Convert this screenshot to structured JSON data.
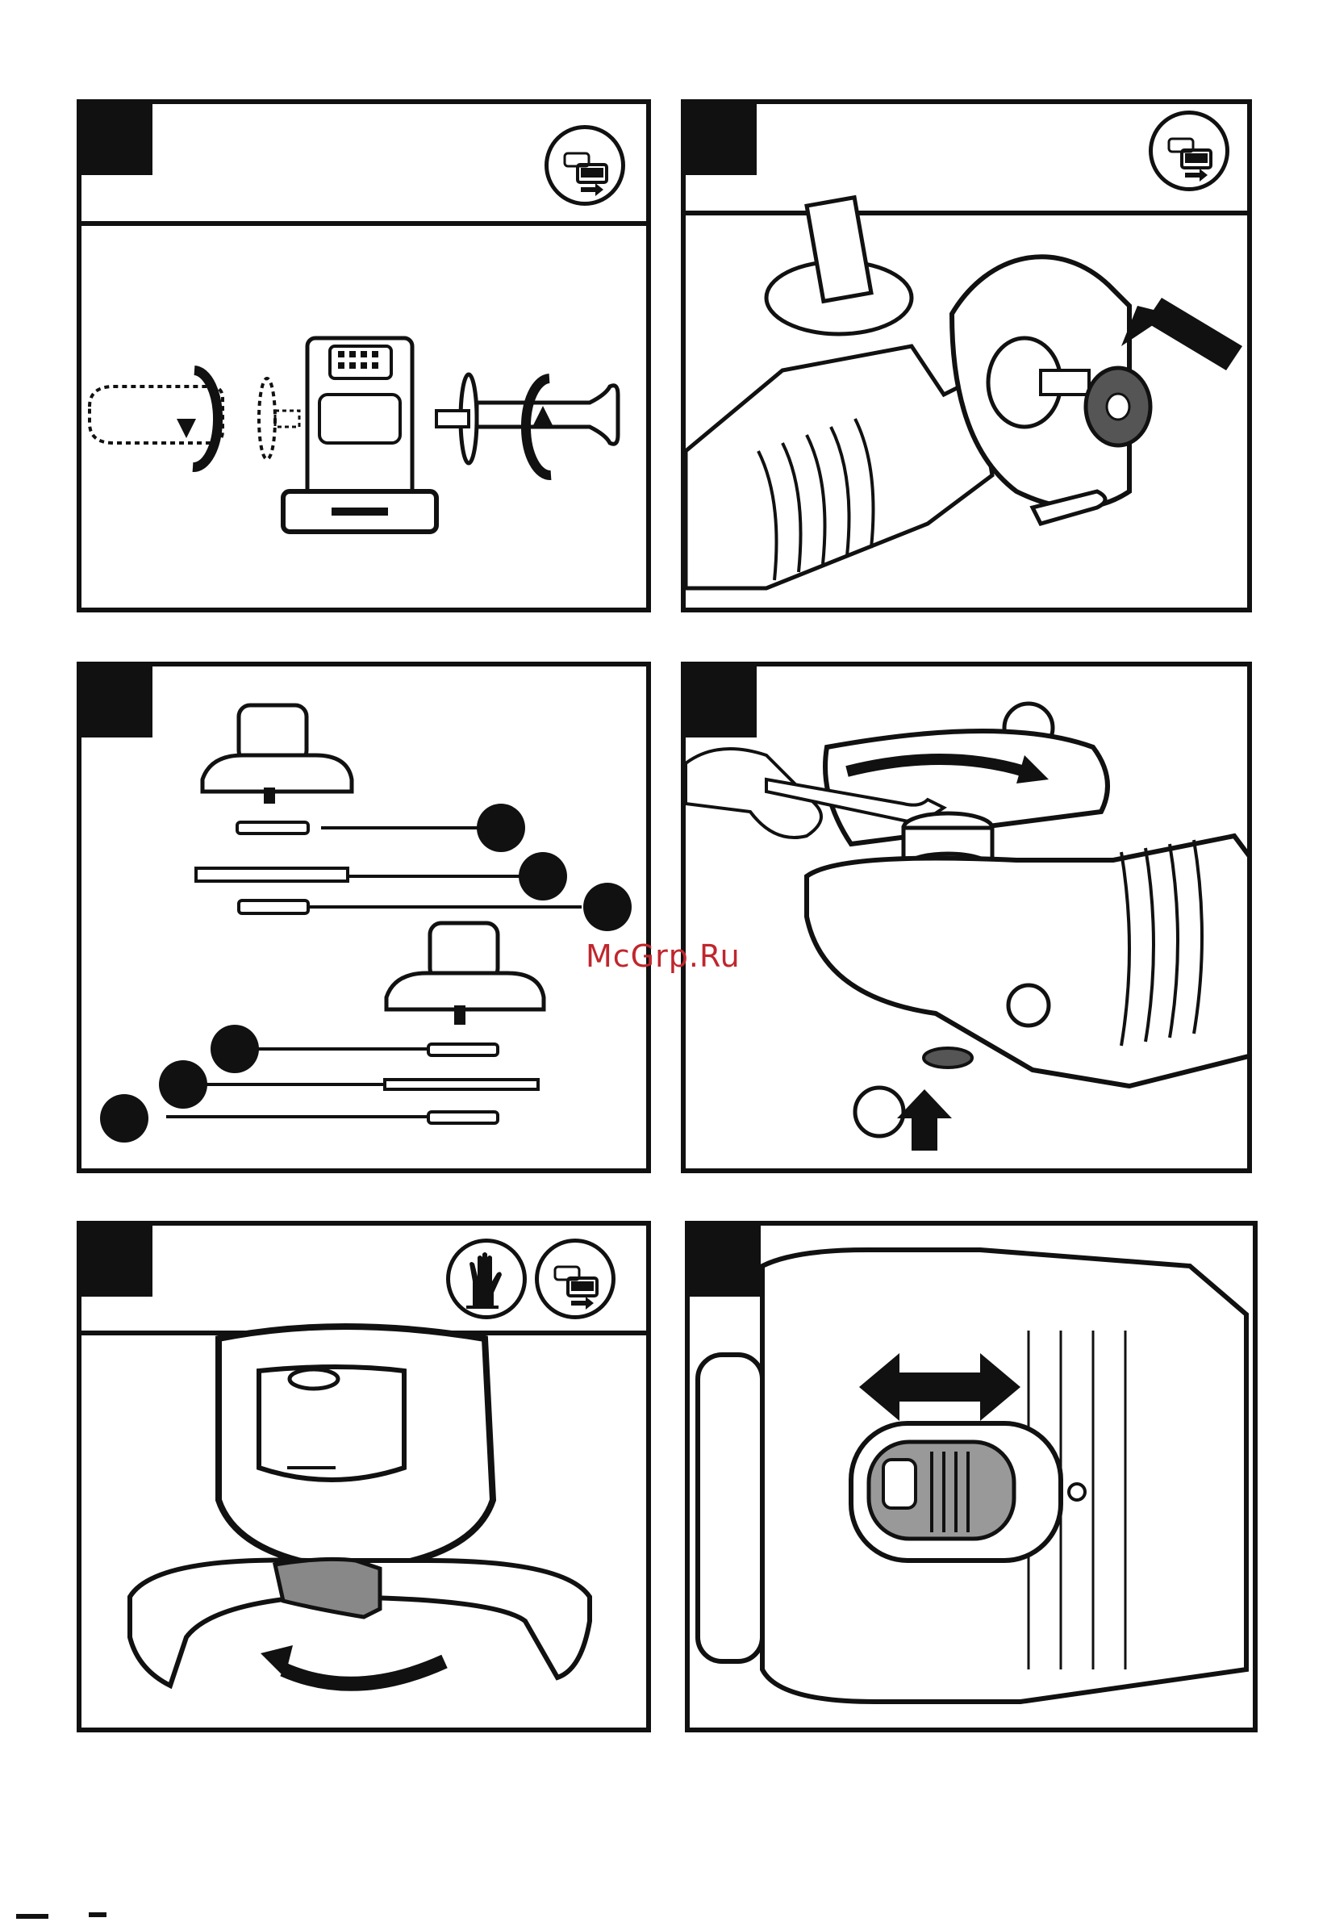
{
  "watermark": {
    "text": "McGrp.Ru"
  },
  "panels": [
    {
      "id": "panel-1",
      "header_icons": [
        "battery-remove-icon"
      ]
    },
    {
      "id": "panel-2",
      "header_icons": [
        "battery-remove-icon"
      ]
    },
    {
      "id": "panel-3",
      "header_icons": []
    },
    {
      "id": "panel-4",
      "header_icons": []
    },
    {
      "id": "panel-5",
      "header_icons": [
        "gloves-icon",
        "battery-remove-icon"
      ]
    },
    {
      "id": "panel-6",
      "header_icons": []
    }
  ],
  "colors": {
    "ink": "#111111",
    "watermark": "#c0262d",
    "paper": "#ffffff"
  }
}
